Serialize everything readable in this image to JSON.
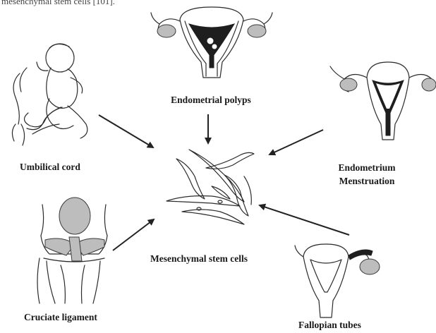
{
  "caption_top": "mesenchymal stem cells [101].",
  "labels": {
    "endometrial_polyps": "Endometrial polyps",
    "umbilical_cord": "Umbilical cord",
    "endometrium_line1": "Endometrium",
    "endometrium_line2": "Menstruation",
    "msc": "Mesenchymal stem cells",
    "cruciate_ligament": "Cruciate ligament",
    "fallopian_tubes": "Fallopian tubes"
  },
  "colors": {
    "ink": "#2b2b2b",
    "shade": "#bdbdbd",
    "dark": "#1e1e1e",
    "background": "#ffffff"
  }
}
